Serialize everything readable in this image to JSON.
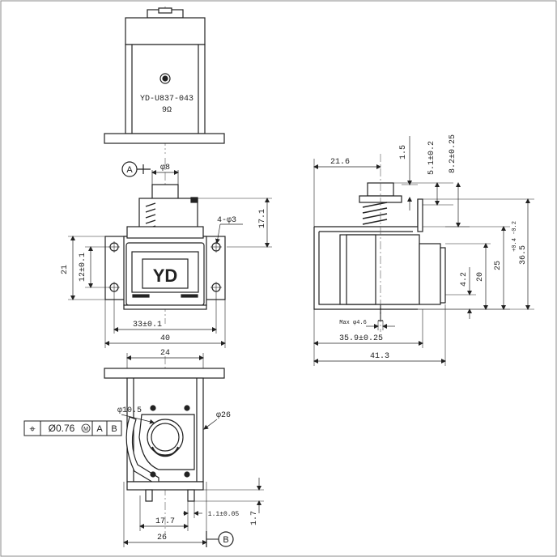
{
  "top_view": {
    "model": "YD-U837-043",
    "resistance": "9Ω"
  },
  "front_view": {
    "datum_a": "A",
    "plunger_dia": "φ8",
    "holes": "4-φ3",
    "dim_height_coil": "17.1",
    "dim_total_height": "21",
    "dim_hole_pitch_v": "12±0.1",
    "dim_hole_pitch_h": "33±0.1",
    "dim_width": "40",
    "logo": "YD"
  },
  "side_view": {
    "dim_plunger_offset": "21.6",
    "dim_1": "1.5",
    "dim_2": "5.1±0.2",
    "dim_3": "8.2±0.25",
    "dim_4": "36.5",
    "dim_4_tol": "+0.4 -0.2",
    "dim_5": "25",
    "dim_6": "20",
    "dim_7": "4.2",
    "dim_max_dia": "Max φ4.6",
    "dim_8": "35.9±0.25",
    "dim_9": "41.3"
  },
  "bottom_view": {
    "dim_top_width": "24",
    "dim_bore": "φ10.5",
    "dim_outer": "φ26",
    "tolerance_symbol": "⌖",
    "tolerance_value": "Ø0.76",
    "tolerance_modifier": "M",
    "datum_ref_1": "A",
    "datum_ref_2": "B",
    "dim_terminal_pitch": "17.7",
    "dim_terminal_width": "1.1±0.05",
    "dim_terminal_len": "1.7",
    "dim_base_width": "26",
    "datum_b": "B"
  }
}
